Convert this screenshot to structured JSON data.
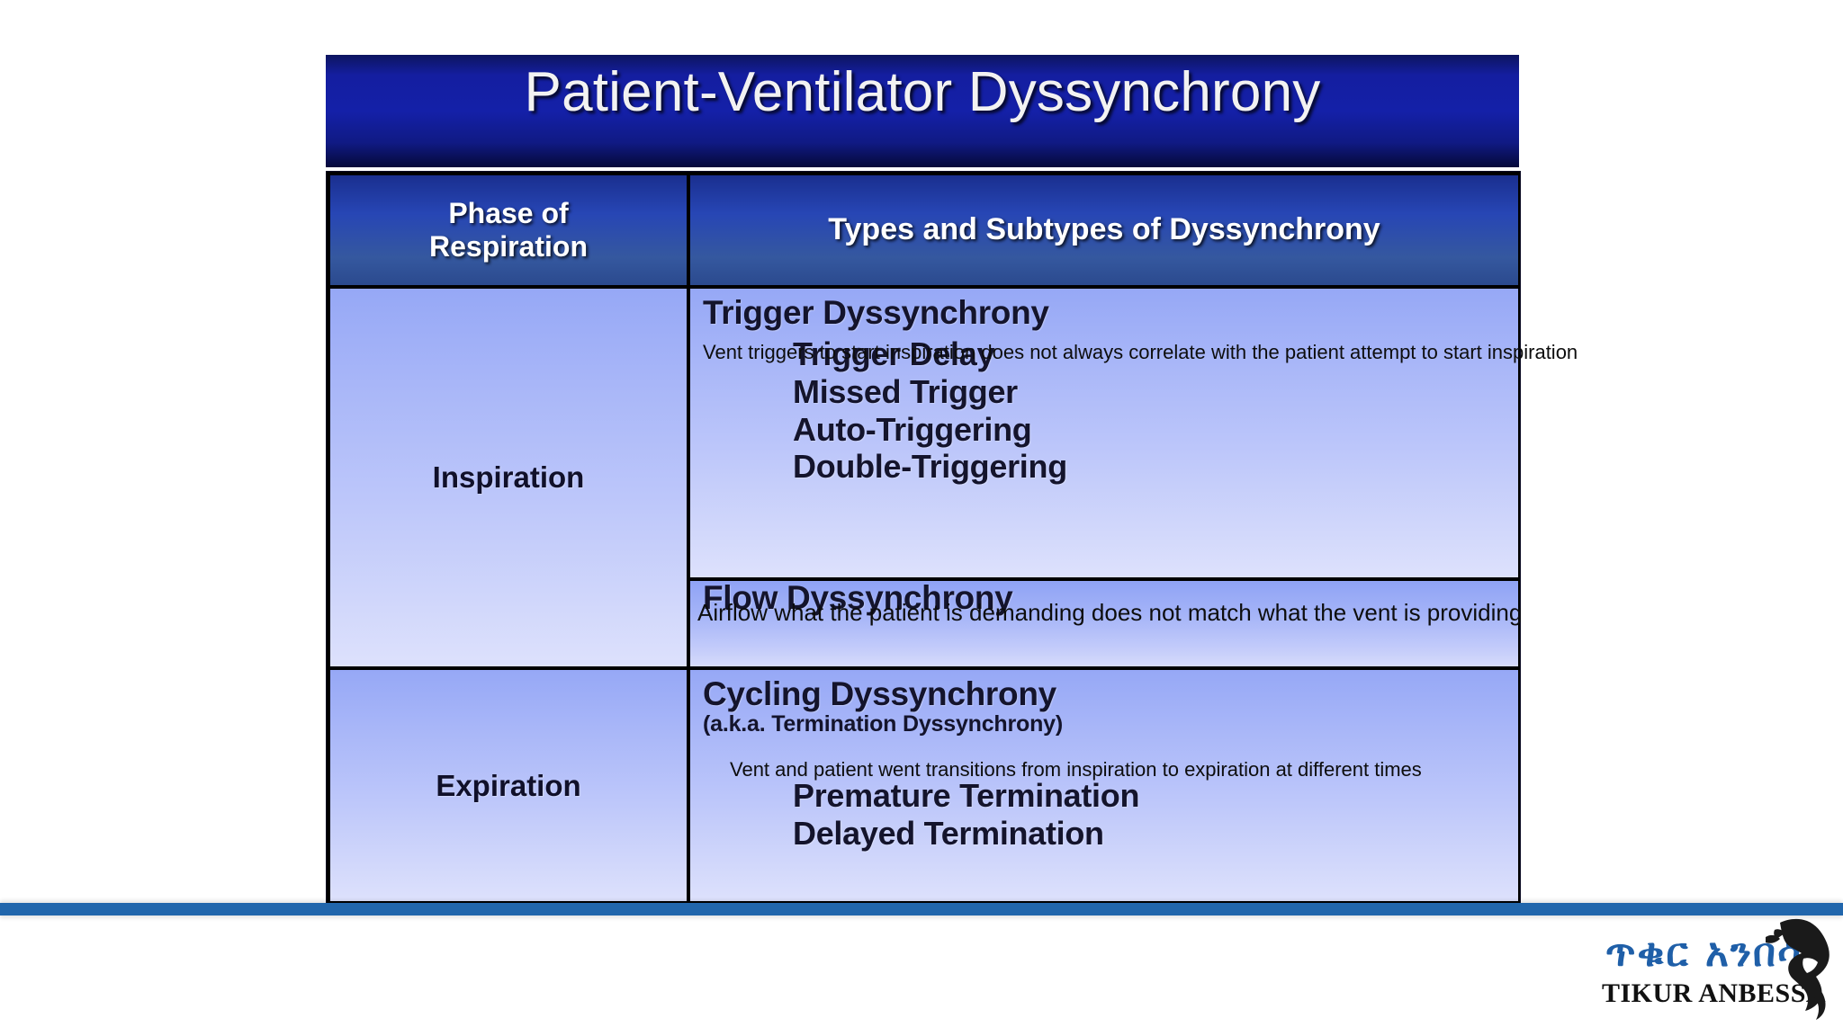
{
  "slide": {
    "title": "Patient-Ventilator Dyssynchrony"
  },
  "table": {
    "headers": {
      "phase_line1": "Phase of",
      "phase_line2": "Respiration",
      "types": "Types and Subtypes of Dyssynchrony"
    },
    "rows": [
      {
        "phase": "Inspiration",
        "groups": [
          {
            "title": "Trigger Dyssynchrony",
            "caption": "Vent triggers to start inspiration does not always correlate with the patient attempt to start inspiration",
            "subitems": [
              "Trigger Delay",
              "Missed Trigger",
              "Auto-Triggering",
              "Double-Triggering"
            ]
          },
          {
            "title": "Flow Dyssynchrony",
            "caption": "Airflow what the patient is demanding does not match what the vent is providing",
            "subitems": []
          }
        ]
      },
      {
        "phase": "Expiration",
        "groups": [
          {
            "title": "Cycling Dyssynchrony",
            "subtitle": "(a.k.a. Termination Dyssynchrony)",
            "caption": "Vent and patient went transitions from inspiration to expiration at different times",
            "subitems": [
              "Premature Termination",
              "Delayed Termination"
            ]
          }
        ]
      }
    ]
  },
  "logo": {
    "amharic": "ጥቁር አንበሳ",
    "latin": "TIKUR ANBESSA",
    "mark": "lion-icon"
  },
  "colors": {
    "title_banner": "#141ea0",
    "header_row": "#2746b5",
    "body_cell_top": "#96a8f6",
    "body_cell_bottom": "#dde1fc",
    "rule": "#2166ac",
    "logo_blue": "#1f5fa8",
    "text_dark": "#14142c"
  }
}
